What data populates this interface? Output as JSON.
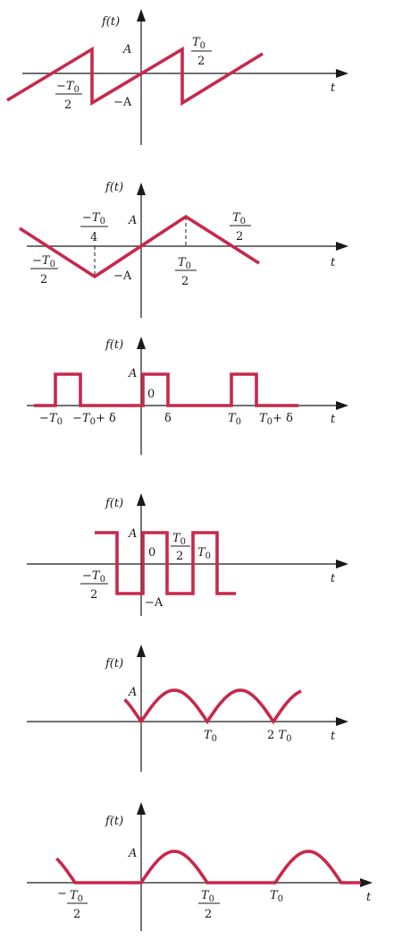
{
  "colors": {
    "waveform": "#c8284b",
    "axis": "#1a1a1a"
  },
  "axis_labels": {
    "y": "f(t)",
    "x": "t"
  },
  "graphs": [
    {
      "id": "sawtooth",
      "labels": {
        "A": "A",
        "negA": "−A",
        "T0_over_2": "T0/2",
        "negT0_over_2": "−T0/2"
      }
    },
    {
      "id": "triangle",
      "labels": {
        "A": "A",
        "negA": "−A",
        "negT0_over_4": "−T0/4",
        "negT0_over_2": "−T0/2",
        "T0_over_2_low": "T0/2",
        "T0_over_2_right": "T0/2"
      }
    },
    {
      "id": "pulse-train",
      "labels": {
        "A": "A",
        "zero": "0",
        "negT0": "−T0",
        "negT0_plus_delta": "−T0+δ",
        "delta": "δ",
        "T0": "T0",
        "T0_plus_delta": "T0+δ"
      }
    },
    {
      "id": "square-wave",
      "labels": {
        "A": "A",
        "negA": "−A",
        "zero": "0",
        "T0_over_2": "T0/2",
        "T0": "T0",
        "negT0_over_2": "−T0/2"
      }
    },
    {
      "id": "full-wave-rectified",
      "labels": {
        "A": "A",
        "T0": "T0",
        "two_T0": "2T0"
      }
    },
    {
      "id": "half-wave-rectified",
      "labels": {
        "A": "A",
        "negT0_over_2": "−T0/2",
        "T0_over_2": "T0/2",
        "T0": "T0"
      }
    }
  ]
}
